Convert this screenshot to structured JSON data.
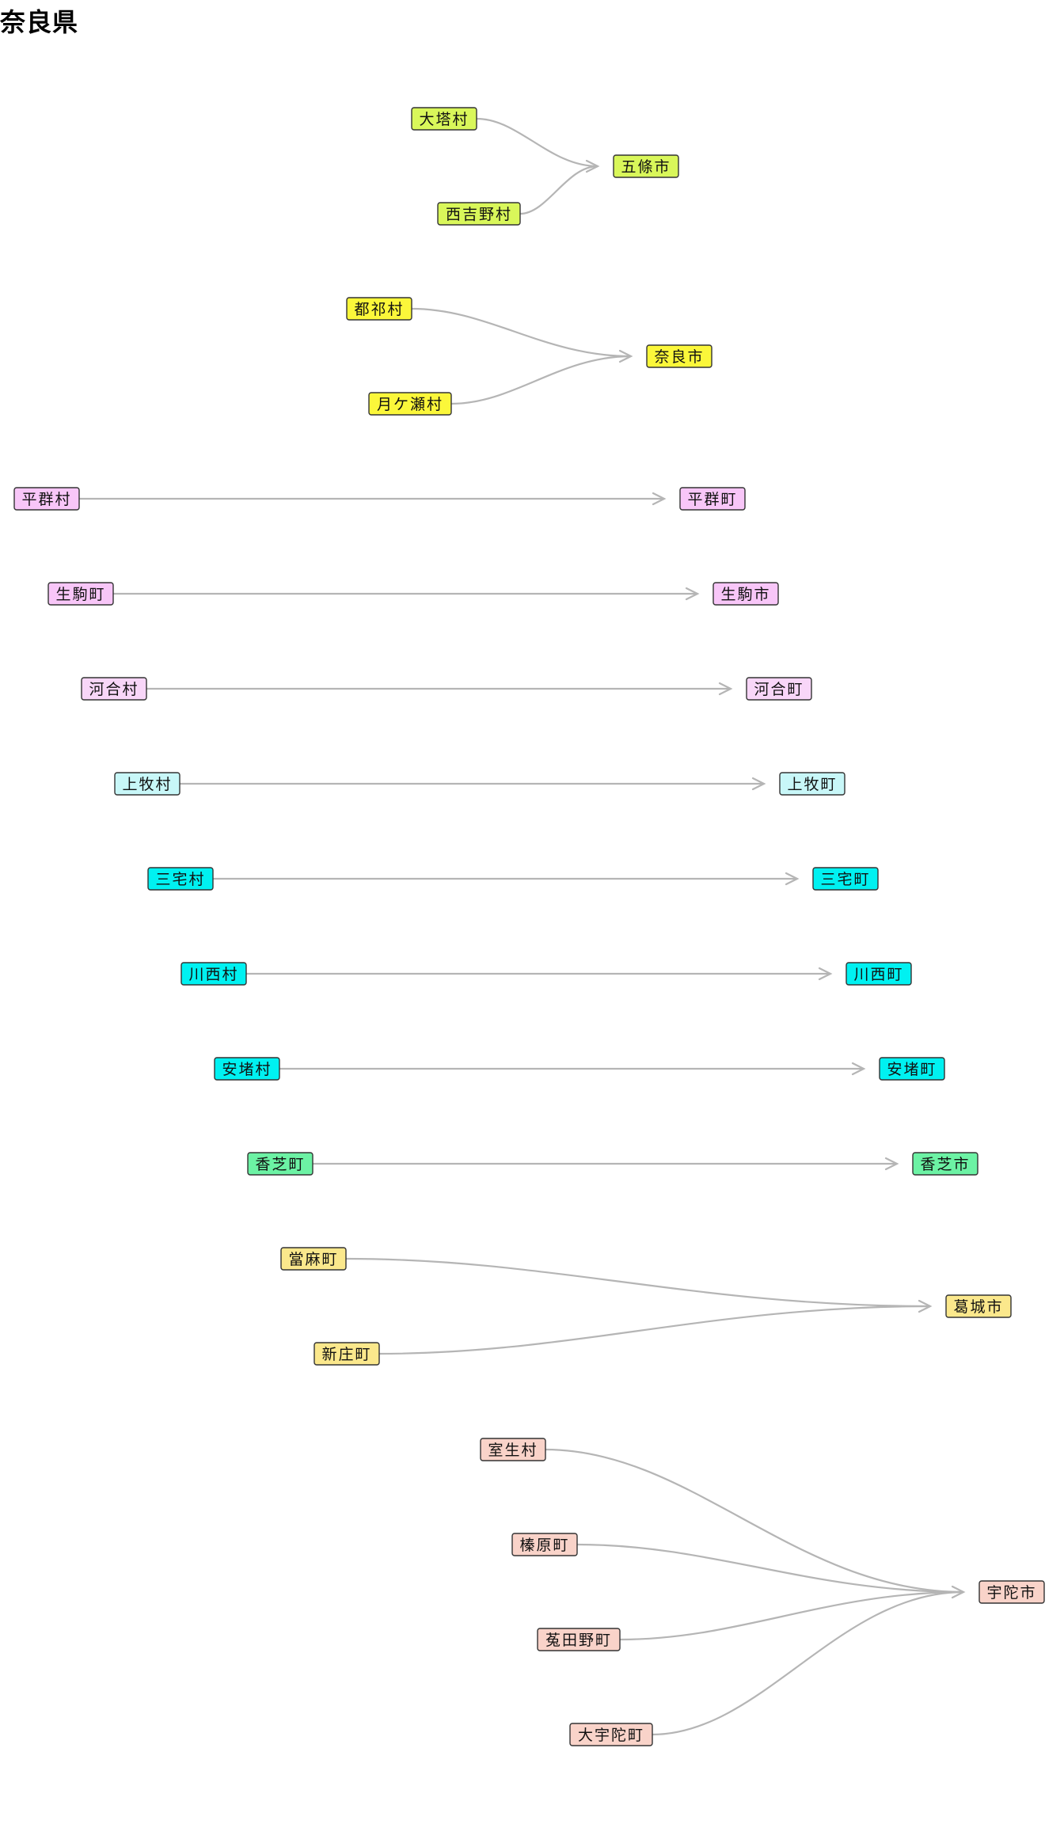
{
  "title": "奈良県",
  "colors": {
    "edge": "#b5b5b5",
    "node_border": "#333333"
  },
  "groups": [
    {
      "color": "#d9f75a",
      "target": "五條市",
      "sources": [
        "大塔村",
        "西吉野村"
      ]
    },
    {
      "color": "#fbf73a",
      "target": "奈良市",
      "sources": [
        "都祁村",
        "月ケ瀬村"
      ]
    },
    {
      "color": "#f8c6f8",
      "target": "平群町",
      "sources": [
        "平群村"
      ]
    },
    {
      "color": "#f8c6f8",
      "target": "生駒市",
      "sources": [
        "生駒町"
      ]
    },
    {
      "color": "#f8d6f8",
      "target": "河合町",
      "sources": [
        "河合村"
      ]
    },
    {
      "color": "#c8f7f8",
      "target": "上牧町",
      "sources": [
        "上牧村"
      ]
    },
    {
      "color": "#00f1f1",
      "target": "三宅町",
      "sources": [
        "三宅村"
      ]
    },
    {
      "color": "#00f1f1",
      "target": "川西町",
      "sources": [
        "川西村"
      ]
    },
    {
      "color": "#00f1f1",
      "target": "安堵町",
      "sources": [
        "安堵村"
      ]
    },
    {
      "color": "#6cf2a4",
      "target": "香芝市",
      "sources": [
        "香芝町"
      ]
    },
    {
      "color": "#fbe88c",
      "target": "葛城市",
      "sources": [
        "當麻町",
        "新庄町"
      ]
    },
    {
      "color": "#f9d3c9",
      "target": "宇陀市",
      "sources": [
        "室生村",
        "榛原町",
        "菟田野町",
        "大宇陀町"
      ]
    }
  ]
}
